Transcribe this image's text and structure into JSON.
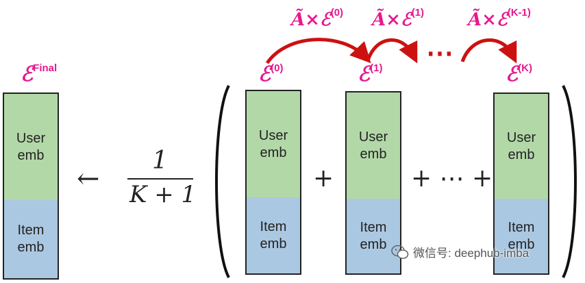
{
  "final": {
    "symbol": "ℰ",
    "sup": "Final"
  },
  "embeddings": [
    {
      "symbol": "ℰ",
      "sup": "(0)"
    },
    {
      "symbol": "ℰ",
      "sup": "(1)"
    },
    {
      "symbol": "ℰ",
      "sup": "(K)"
    }
  ],
  "propagation": [
    {
      "op": "Ã×ℰ",
      "sup": "(0)"
    },
    {
      "op": "Ã×ℰ",
      "sup": "(1)"
    },
    {
      "op": "Ã×ℰ",
      "sup": "(K-1)"
    }
  ],
  "column": {
    "user_line1": "User",
    "user_line2": "emb",
    "item_line1": "Item",
    "item_line2": "emb"
  },
  "formula": {
    "arrow": "←",
    "numerator": "1",
    "denominator": "K + 1",
    "plus": "+",
    "plus_dots": "+ ⋯ +",
    "arrow_dots": "⋯"
  },
  "watermark": "微信号: deephub-imba",
  "colors": {
    "accent": "#e5198f",
    "arrow": "#cc1111",
    "user": "#b3d8a8",
    "item": "#abc8e2"
  }
}
